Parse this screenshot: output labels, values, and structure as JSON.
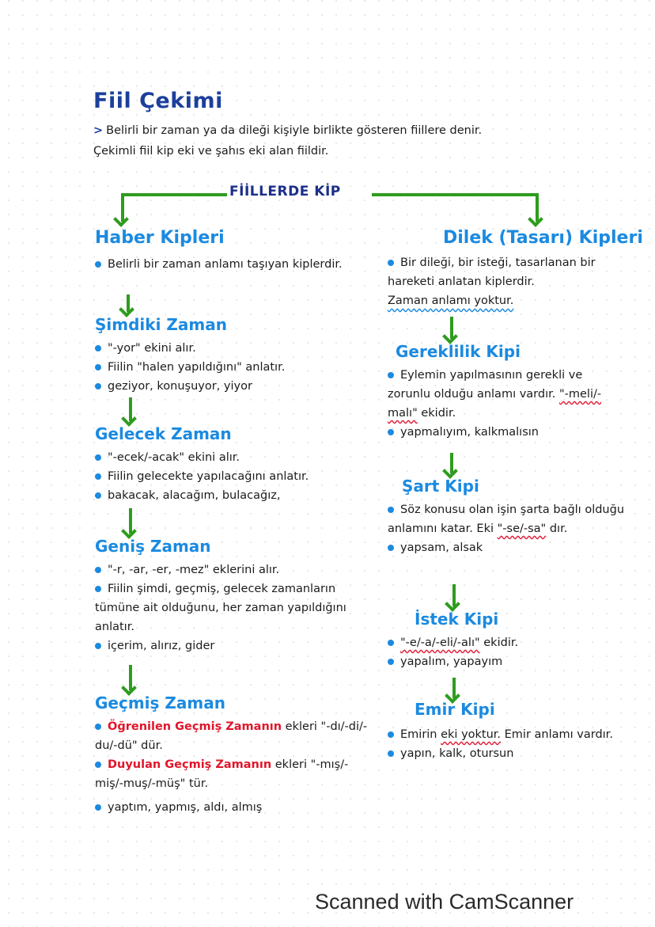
{
  "document": {
    "title": "Fiil Çekimi",
    "intro": {
      "line1": "Belirli bir zaman ya da dileği kişiyle birlikte gösteren fiillere denir.",
      "line2": "Çekimli fiil kip eki ve şahıs eki alan fiildir."
    },
    "center_title": "FİİLLERDE KİP",
    "left": {
      "heading": "Haber Kipleri",
      "desc": "Belirli bir zaman anlamı taşıyan kiplerdir.",
      "sections": [
        {
          "heading": "Şimdiki Zaman",
          "bullets": [
            "\"-yor\" ekini alır.",
            "Fiilin \"halen yapıldığını\" anlatır.",
            "geziyor, konuşuyor, yiyor"
          ]
        },
        {
          "heading": "Gelecek Zaman",
          "bullets": [
            "\"-ecek/-acak\" ekini alır.",
            "Fiilin gelecekte yapılacağını anlatır.",
            "bakacak, alacağım, bulacağız,"
          ]
        },
        {
          "heading": "Geniş Zaman",
          "bullets": [
            "\"-r, -ar, -er, -mez\" eklerini alır.",
            "Fiilin şimdi, geçmiş, gelecek zamanların tümüne ait olduğunu, her zaman yapıldığını anlatır.",
            "içerim, alırız, gider"
          ]
        },
        {
          "heading": "Geçmiş Zaman",
          "bullets": [
            {
              "highlight": "Öğrenilen Geçmiş Zamanın",
              "rest": "ekleri \"-dı/-di/-du/-dü\" dür."
            },
            {
              "highlight": "Duyulan Geçmiş Zamanın",
              "rest": "ekleri \"-mış/-miş/-muş/-müş\" tür."
            },
            "yaptım, yapmış, aldı, almış"
          ]
        }
      ]
    },
    "right": {
      "heading": "Dilek (Tasarı) Kipleri",
      "desc": "Bir dileği, bir isteği, tasarlanan bir hareketi anlatan kiplerdir.",
      "desc_note": "Zaman anlamı yoktur.",
      "sections": [
        {
          "heading": "Gereklilik Kipi",
          "bullets": [
            {
              "pre": "Eylemin yapılmasının gerekli ve zorunlu olduğu anlamı vardır. ",
              "marked": "\"-meli/-malı\"",
              "post": " ekidir."
            },
            "yapmalıyım, kalkmalısın"
          ]
        },
        {
          "heading": "Şart Kipi",
          "bullets": [
            {
              "pre": "Söz konusu olan işin şarta bağlı olduğu anlamını katar. Eki ",
              "marked": "\"-se/-sa\"",
              "post": " dır."
            },
            "yapsam, alsak"
          ]
        },
        {
          "heading": "İstek Kipi",
          "bullets": [
            {
              "pre": "",
              "marked": "\"-e/-a/-eli/-alı\"",
              "post": " ekidir."
            },
            "yapalım, yapayım"
          ]
        },
        {
          "heading": "Emir Kipi",
          "bullets": [
            {
              "pre": "Emirin ",
              "marked": "eki yoktur.",
              "post": " Emir anlamı vardır."
            },
            "yapın, kalk, otursun"
          ]
        }
      ]
    },
    "footer": "Scanned with CamScanner",
    "colors": {
      "title": "#1c3f9c",
      "heading": "#1b8ae0",
      "arrow": "#2e9c1e",
      "highlight": "#e0162b",
      "text": "#1b1b1b"
    }
  }
}
